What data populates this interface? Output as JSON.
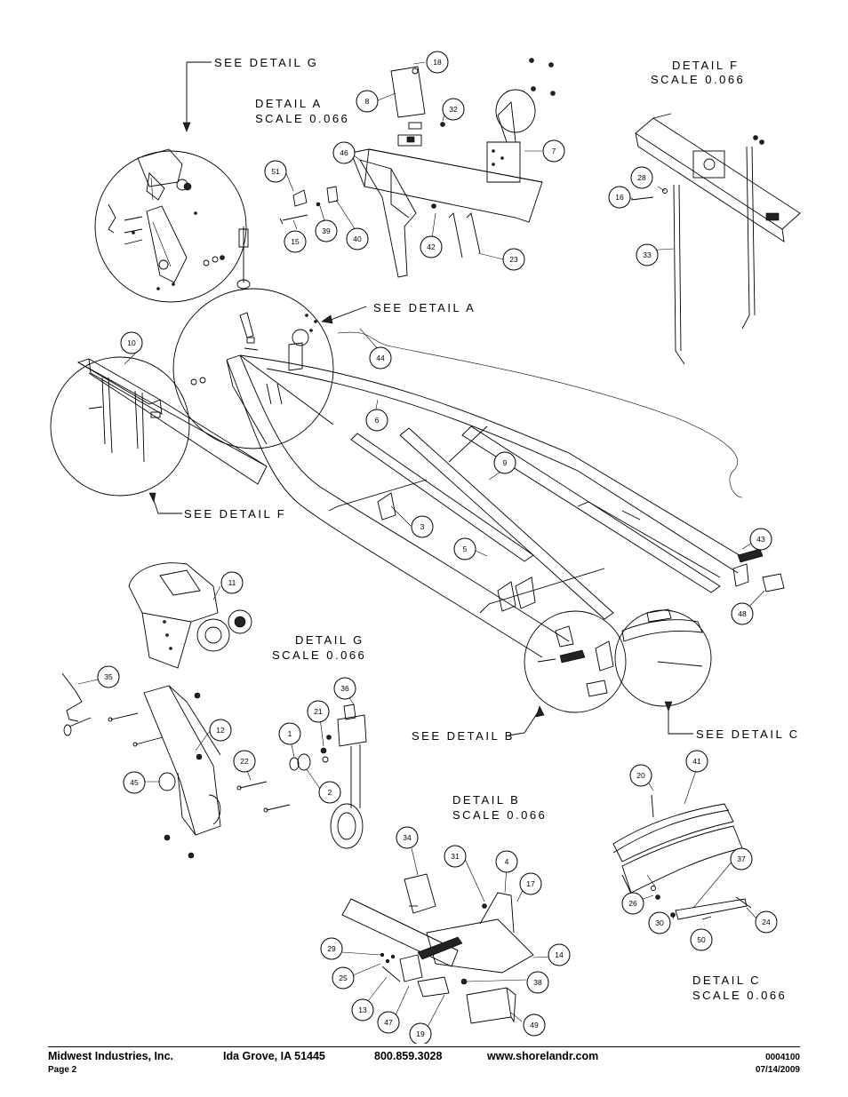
{
  "views": {
    "see_detail_g": "SEE DETAIL  G",
    "see_detail_a": "SEE DETAIL  A",
    "see_detail_f": "SEE DETAIL  F",
    "see_detail_b": "SEE DETAIL  B",
    "see_detail_c": "SEE DETAIL  C",
    "detail_a": "DETAIL  A",
    "detail_f": "DETAIL  F",
    "detail_g": "DETAIL  G",
    "detail_b": "DETAIL  B",
    "detail_c": "DETAIL  C",
    "scale": "SCALE  0.066"
  },
  "callouts": [
    "18",
    "8",
    "32",
    "7",
    "46",
    "51",
    "15",
    "39",
    "40",
    "42",
    "23",
    "28",
    "16",
    "33",
    "44",
    "10",
    "6",
    "9",
    "3",
    "5",
    "43",
    "48",
    "11",
    "35",
    "12",
    "36",
    "21",
    "1",
    "2",
    "22",
    "45",
    "20",
    "41",
    "37",
    "26",
    "30",
    "50",
    "24",
    "34",
    "31",
    "4",
    "17",
    "29",
    "25",
    "13",
    "47",
    "19",
    "49",
    "14",
    "38"
  ],
  "footer": {
    "company": "Midwest Industries, Inc.",
    "city": "Ida Grove, IA  51445",
    "phone": "800.859.3028",
    "website": "www.shorelandr.com",
    "page": "Page 2",
    "doc_number": "0004100",
    "date": "07/14/2009"
  }
}
